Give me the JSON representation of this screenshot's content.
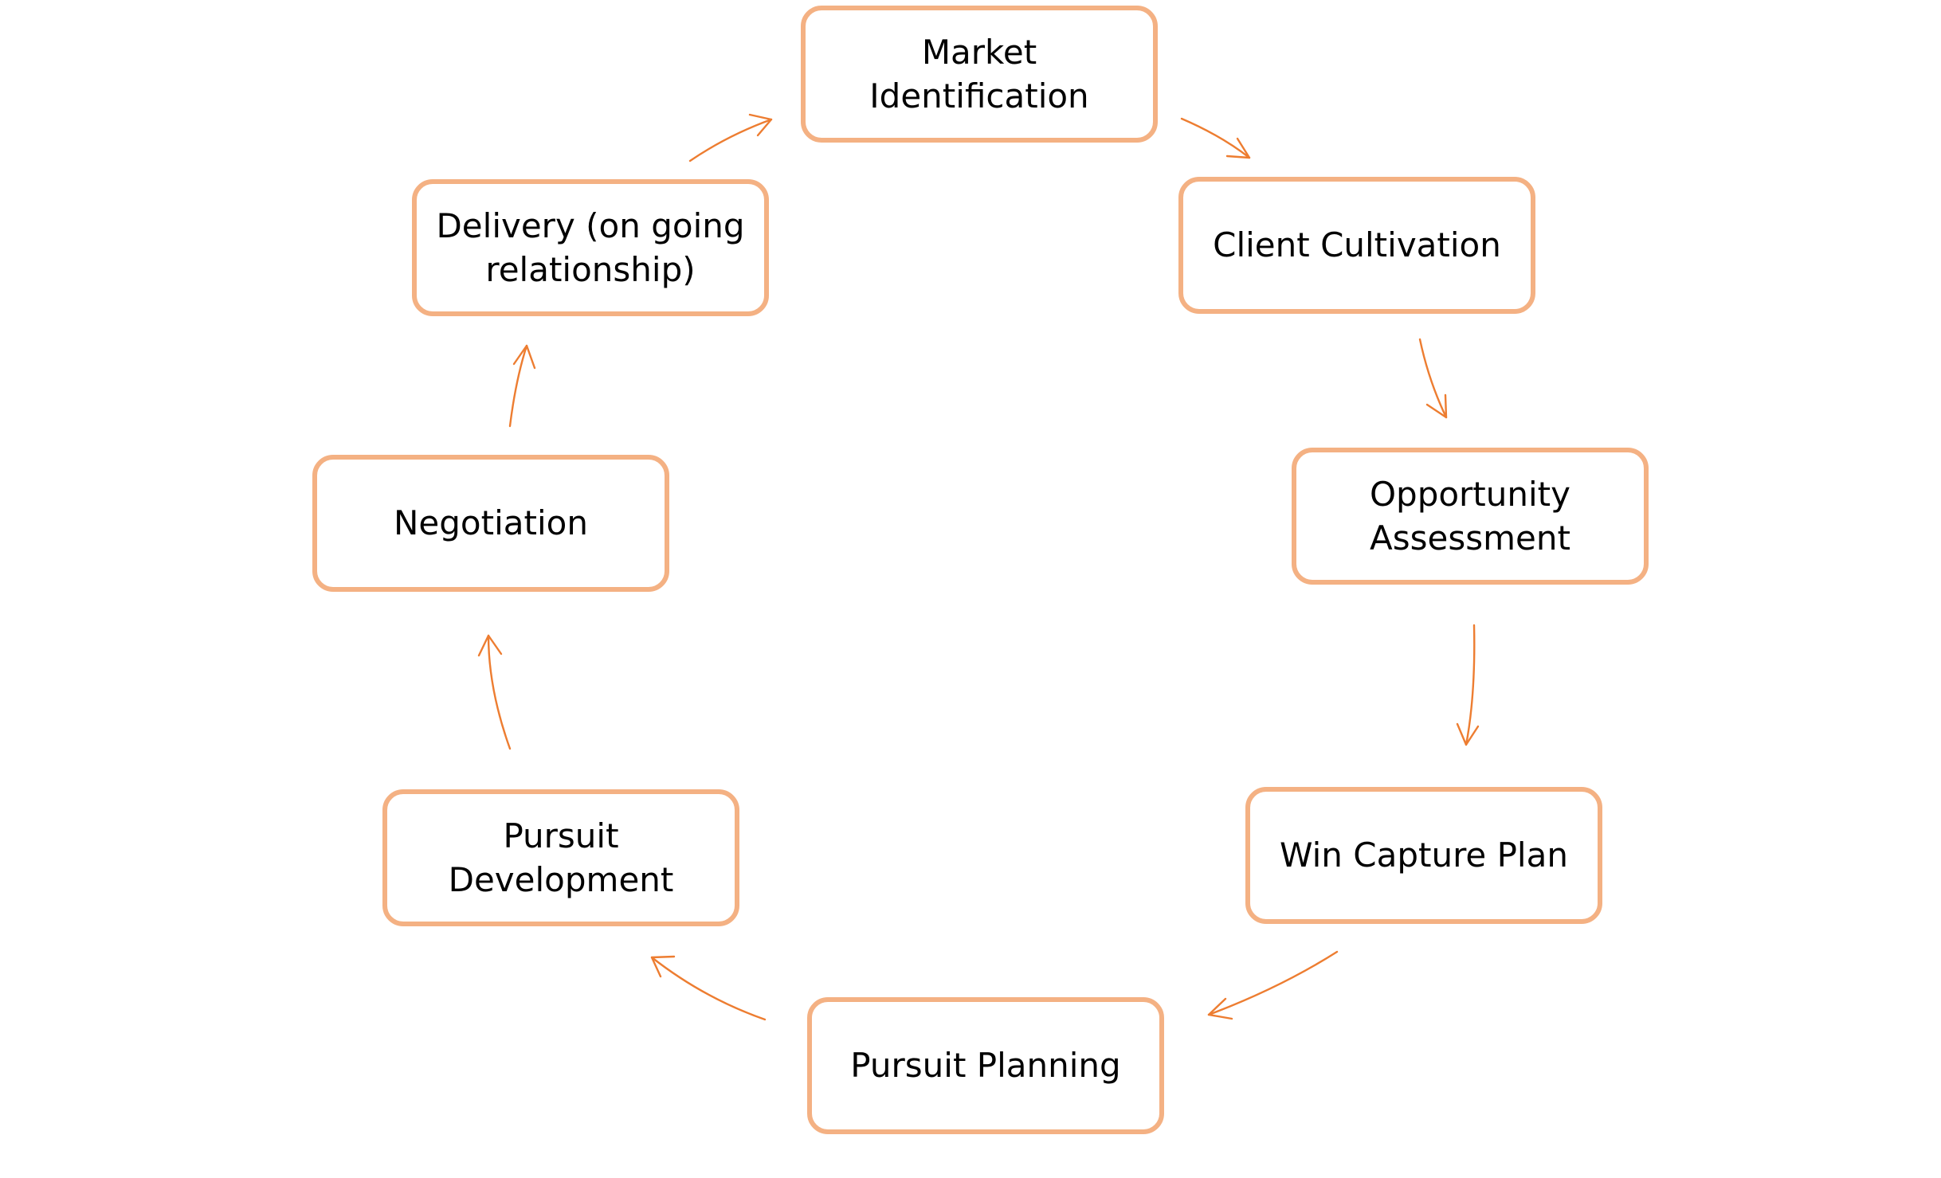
{
  "diagram": {
    "type": "cycle",
    "accent_color": "#ED7D31",
    "box_border_color": "#F4B183",
    "nodes": [
      {
        "id": "market-identification",
        "label": "Market Identification"
      },
      {
        "id": "client-cultivation",
        "label": "Client Cultivation"
      },
      {
        "id": "opportunity-assessment",
        "label": "Opportunity Assessment"
      },
      {
        "id": "win-capture-plan",
        "label": "Win Capture Plan"
      },
      {
        "id": "pursuit-planning",
        "label": "Pursuit Planning"
      },
      {
        "id": "pursuit-development",
        "label": "Pursuit Development"
      },
      {
        "id": "negotiation",
        "label": "Negotiation"
      },
      {
        "id": "delivery",
        "label": "Delivery (on going relationship)"
      }
    ],
    "edges": [
      {
        "from": "market-identification",
        "to": "client-cultivation"
      },
      {
        "from": "client-cultivation",
        "to": "opportunity-assessment"
      },
      {
        "from": "opportunity-assessment",
        "to": "win-capture-plan"
      },
      {
        "from": "win-capture-plan",
        "to": "pursuit-planning"
      },
      {
        "from": "pursuit-planning",
        "to": "pursuit-development"
      },
      {
        "from": "pursuit-development",
        "to": "negotiation"
      },
      {
        "from": "negotiation",
        "to": "delivery"
      },
      {
        "from": "delivery",
        "to": "market-identification"
      }
    ]
  }
}
